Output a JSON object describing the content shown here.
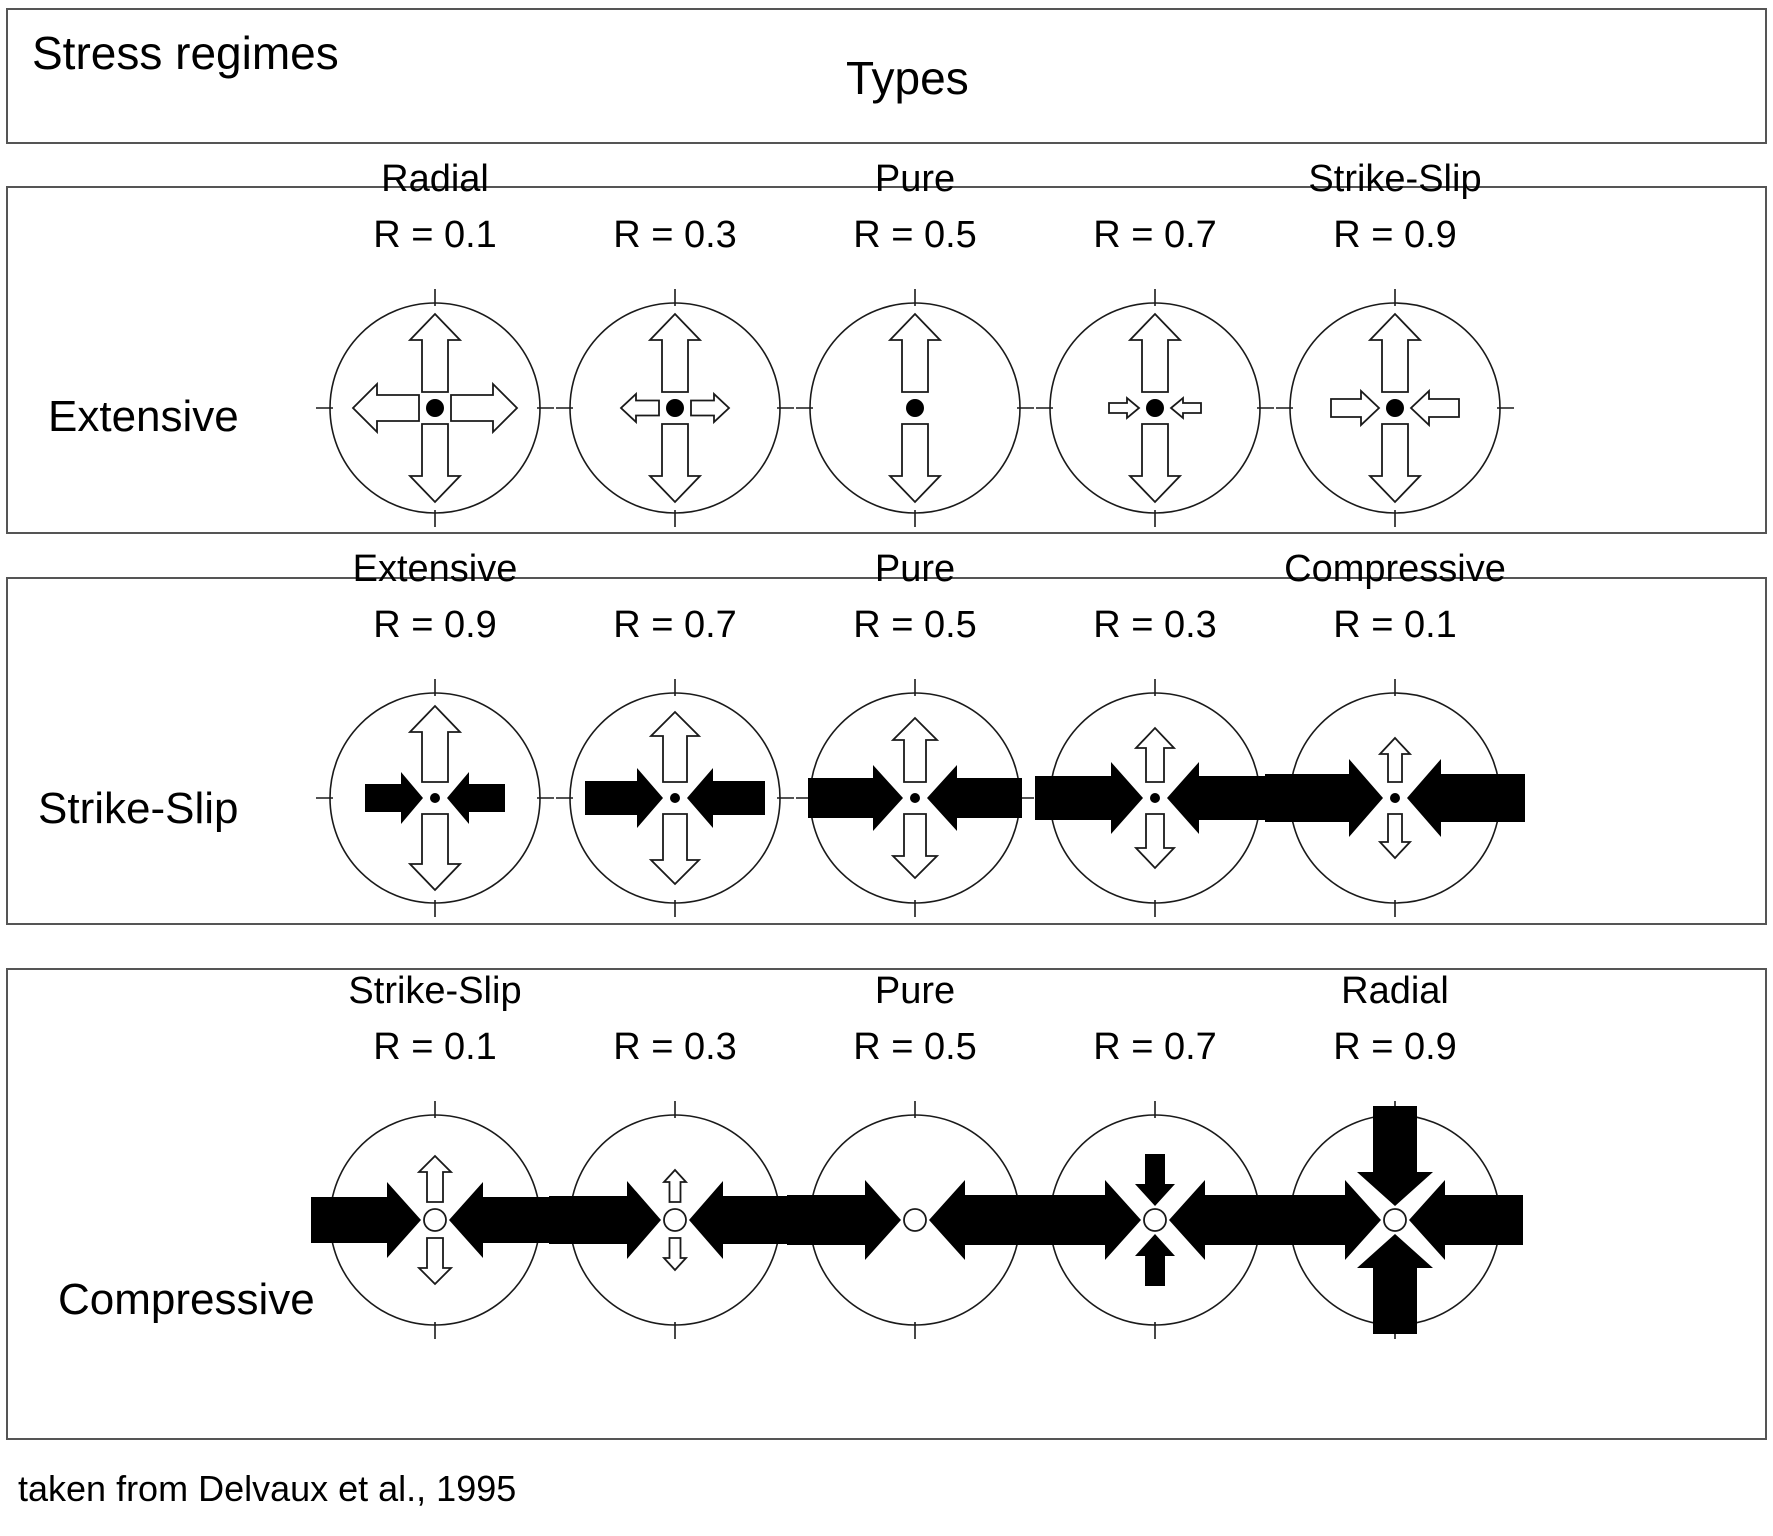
{
  "header": {
    "stress_regimes_label": "Stress regimes",
    "types_label": "Types"
  },
  "caption": "taken from Delvaux et al., 1995",
  "colors": {
    "stroke": "#1a1a1a",
    "fill_black": "#000000",
    "fill_white": "#ffffff",
    "box_border": "#555555",
    "background": "#ffffff"
  },
  "rows": [
    {
      "regime": "Extensive",
      "cells": [
        {
          "type_name": "Radial",
          "r_label": "R = 0.1"
        },
        {
          "type_name": "",
          "r_label": "R = 0.3"
        },
        {
          "type_name": "Pure",
          "r_label": "R = 0.5"
        },
        {
          "type_name": "",
          "r_label": "R = 0.7"
        },
        {
          "type_name": "Strike-Slip",
          "r_label": "R = 0.9"
        }
      ]
    },
    {
      "regime": "Strike-Slip",
      "cells": [
        {
          "type_name": "Extensive",
          "r_label": "R = 0.9"
        },
        {
          "type_name": "",
          "r_label": "R = 0.7"
        },
        {
          "type_name": "Pure",
          "r_label": "R = 0.5"
        },
        {
          "type_name": "",
          "r_label": "R = 0.3"
        },
        {
          "type_name": "Compressive",
          "r_label": "R = 0.1"
        }
      ]
    },
    {
      "regime": "Compressive",
      "cells": [
        {
          "type_name": "Strike-Slip",
          "r_label": "R = 0.1"
        },
        {
          "type_name": "",
          "r_label": "R = 0.3"
        },
        {
          "type_name": "Pure",
          "r_label": "R = 0.5"
        },
        {
          "type_name": "",
          "r_label": "R = 0.7"
        },
        {
          "type_name": "Radial",
          "r_label": "R = 0.9"
        }
      ]
    }
  ]
}
